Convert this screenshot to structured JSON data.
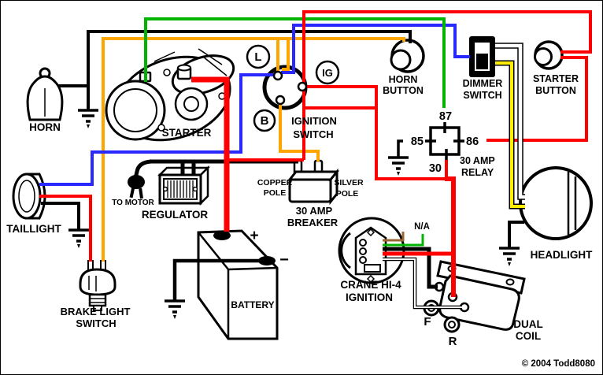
{
  "colors": {
    "red": "#ff0000",
    "green": "#00b400",
    "blue": "#2828ff",
    "orange": "#ffa500",
    "yellow": "#ffee00",
    "brown": "#996633",
    "white": "#ffffff",
    "black": "#000000"
  },
  "components": {
    "horn": {
      "label": "HORN"
    },
    "starter": {
      "label": "STARTER"
    },
    "ignition_switch": {
      "line1": "IGNITION",
      "line2": "SWITCH",
      "terminal_l": "L",
      "terminal_ig": "IG",
      "terminal_b": "B"
    },
    "horn_button": {
      "line1": "HORN",
      "line2": "BUTTON"
    },
    "dimmer_switch": {
      "line1": "DIMMER",
      "line2": "SWITCH"
    },
    "starter_button": {
      "line1": "STARTER",
      "line2": "BUTTON"
    },
    "relay": {
      "pin_87": "87",
      "pin_85": "85",
      "pin_86": "86",
      "pin_30": "30",
      "line1": "30 AMP",
      "line2": "RELAY"
    },
    "regulator": {
      "label": "REGULATOR",
      "to_motor": "TO MOTOR"
    },
    "breaker": {
      "copper_line1": "COPPER",
      "copper_line2": "POLE",
      "silver_line1": "SILVER",
      "silver_line2": "POLE",
      "line1": "30 AMP",
      "line2": "BREAKER"
    },
    "taillight": {
      "label": "TAILLIGHT"
    },
    "brake_light_switch": {
      "line1": "BRAKE LIGHT",
      "line2": "SWITCH"
    },
    "battery": {
      "label": "BATTERY",
      "plus": "+",
      "minus": "−"
    },
    "crane_ignition": {
      "line1": "CRANE HI-4",
      "line2": "IGNITION",
      "na": "N/A"
    },
    "headlight": {
      "label": "HEADLIGHT"
    },
    "dual_coil": {
      "line1": "DUAL",
      "line2": "COIL",
      "front": "F",
      "rear": "R"
    }
  },
  "credit": "© 2004 Todd8080",
  "wires": [
    {
      "color": "black",
      "from": "horn",
      "to": "horn-button"
    },
    {
      "color": "black",
      "from": "horn",
      "to": "ground"
    },
    {
      "color": "orange",
      "from": "horn-button",
      "to": "ignition-terminal-L"
    },
    {
      "color": "orange",
      "from": "ignition-terminal-L",
      "to": "brake-light-switch"
    },
    {
      "color": "red",
      "from": "brake-light-switch",
      "to": "taillight"
    },
    {
      "color": "blue",
      "from": "taillight",
      "to": "ignition-terminal-L"
    },
    {
      "color": "blue",
      "from": "ignition-terminal-L",
      "to": "dimmer-switch"
    },
    {
      "color": "black",
      "from": "taillight",
      "to": "ground"
    },
    {
      "color": "yellow",
      "from": "dimmer-switch",
      "to": "headlight"
    },
    {
      "color": "white",
      "from": "dimmer-switch",
      "to": "headlight"
    },
    {
      "color": "black",
      "from": "headlight",
      "to": "ground"
    },
    {
      "color": "green",
      "from": "starter-solenoid",
      "to": "relay-pin-87"
    },
    {
      "color": "red",
      "from": "starter-button",
      "to": "relay-pin-86"
    },
    {
      "color": "black",
      "from": "relay-pin-85",
      "to": "ground"
    },
    {
      "color": "red",
      "from": "relay-pin-30",
      "to": "ignition-terminal-IG"
    },
    {
      "color": "red",
      "from": "ignition-terminal-IG",
      "to": "starter-button"
    },
    {
      "color": "red",
      "from": "battery-positive",
      "to": "starter"
    },
    {
      "color": "red",
      "from": "battery-positive",
      "to": "ignition-terminal-IG"
    },
    {
      "color": "black",
      "from": "battery-negative",
      "to": "ground"
    },
    {
      "color": "orange",
      "from": "ignition-terminal-B",
      "to": "breaker-silver-pole"
    },
    {
      "color": "black",
      "from": "breaker-copper-pole",
      "to": "regulator"
    },
    {
      "color": "black",
      "from": "regulator-plug",
      "to": "to-motor"
    },
    {
      "color": "red",
      "from": "ignition-feed",
      "to": "dual-coil"
    },
    {
      "color": "red",
      "from": "crane-ignition",
      "to": "dual-coil-power"
    },
    {
      "color": "black",
      "from": "crane-ignition",
      "to": "dual-coil-front"
    },
    {
      "color": "white",
      "from": "crane-ignition",
      "to": "dual-coil-rear"
    },
    {
      "color": "brown",
      "from": "crane-ignition",
      "to": "not-applicable"
    },
    {
      "color": "green",
      "from": "crane-ignition",
      "to": "not-applicable"
    }
  ]
}
